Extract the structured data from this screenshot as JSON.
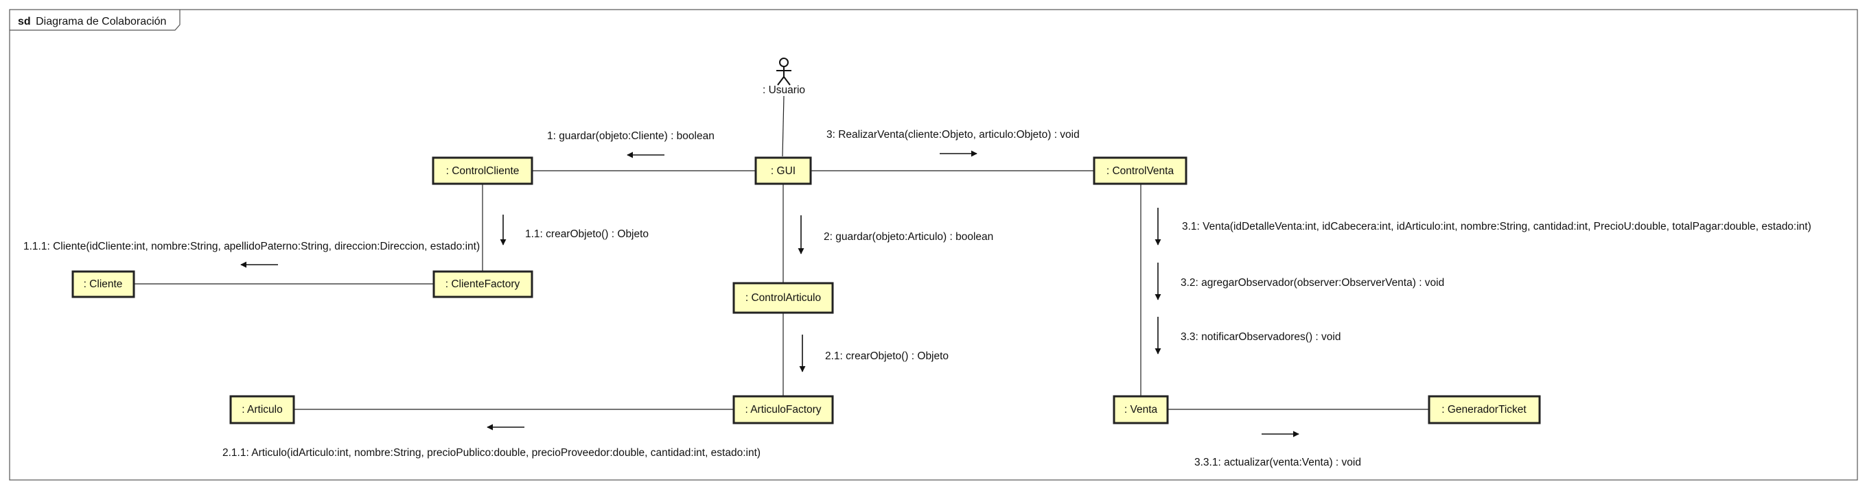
{
  "frame": {
    "kind": "sd",
    "title": "Diagrama de Colaboración"
  },
  "colors": {
    "object_fill": "#ffffc0",
    "stroke": "#222222",
    "background": "#ffffff"
  },
  "actor": {
    "label": ": Usuario",
    "icon": "stick-figure-icon"
  },
  "objects": {
    "gui": ": GUI",
    "control_cliente": ": ControlCliente",
    "control_venta": ": ControlVenta",
    "cliente": ": Cliente",
    "cliente_factory": ": ClienteFactory",
    "control_articulo": ": ControlArticulo",
    "articulo": ": Articulo",
    "articulo_factory": ": ArticuloFactory",
    "venta": ": Venta",
    "generador_ticket": ": GeneradorTicket"
  },
  "messages": {
    "m1": "1: guardar(objeto:Cliente) : boolean",
    "m1_1": "1.1: crearObjeto() : Objeto",
    "m1_1_1": "1.1.1: Cliente(idCliente:int, nombre:String, apellidoPaterno:String, direccion:Direccion, estado:int)",
    "m2": "2: guardar(objeto:Articulo) : boolean",
    "m2_1": "2.1: crearObjeto() : Objeto",
    "m2_1_1": "2.1.1: Articulo(idArticulo:int, nombre:String, precioPublico:double, precioProveedor:double, cantidad:int, estado:int)",
    "m3": "3: RealizarVenta(cliente:Objeto, articulo:Objeto) : void",
    "m3_1": "3.1: Venta(idDetalleVenta:int, idCabecera:int, idArticulo:int, nombre:String, cantidad:int, PrecioU:double, totalPagar:double, estado:int)",
    "m3_2": "3.2: agregarObservador(observer:ObserverVenta) : void",
    "m3_3": "3.3: notificarObservadores() : void",
    "m3_3_1": "3.3.1: actualizar(venta:Venta) : void"
  }
}
